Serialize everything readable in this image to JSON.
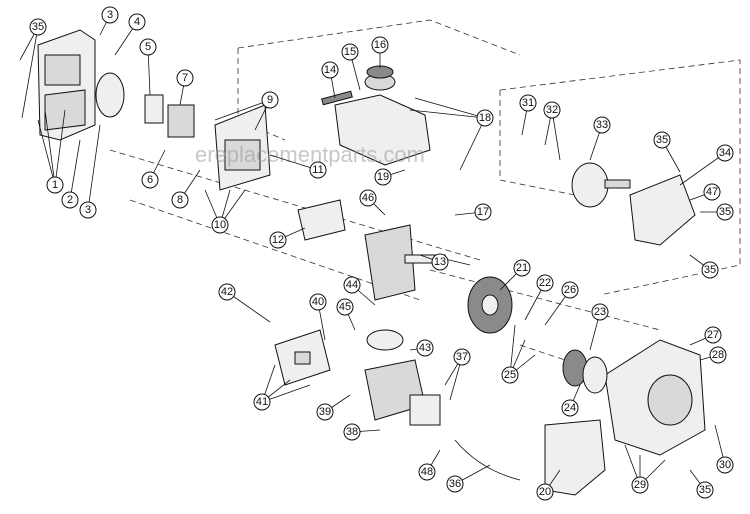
{
  "watermark": "ereplacementparts.com",
  "callouts": [
    "1",
    "2",
    "3",
    "4",
    "5",
    "6",
    "7",
    "8",
    "9",
    "10",
    "11",
    "12",
    "13",
    "14",
    "15",
    "16",
    "17",
    "18",
    "19",
    "20",
    "21",
    "22",
    "23",
    "24",
    "25",
    "26",
    "27",
    "28",
    "29",
    "30",
    "31",
    "32",
    "33",
    "34",
    "35",
    "36",
    "37",
    "38",
    "39",
    "40",
    "41",
    "42",
    "43",
    "44",
    "45",
    "46",
    "47",
    "48"
  ]
}
